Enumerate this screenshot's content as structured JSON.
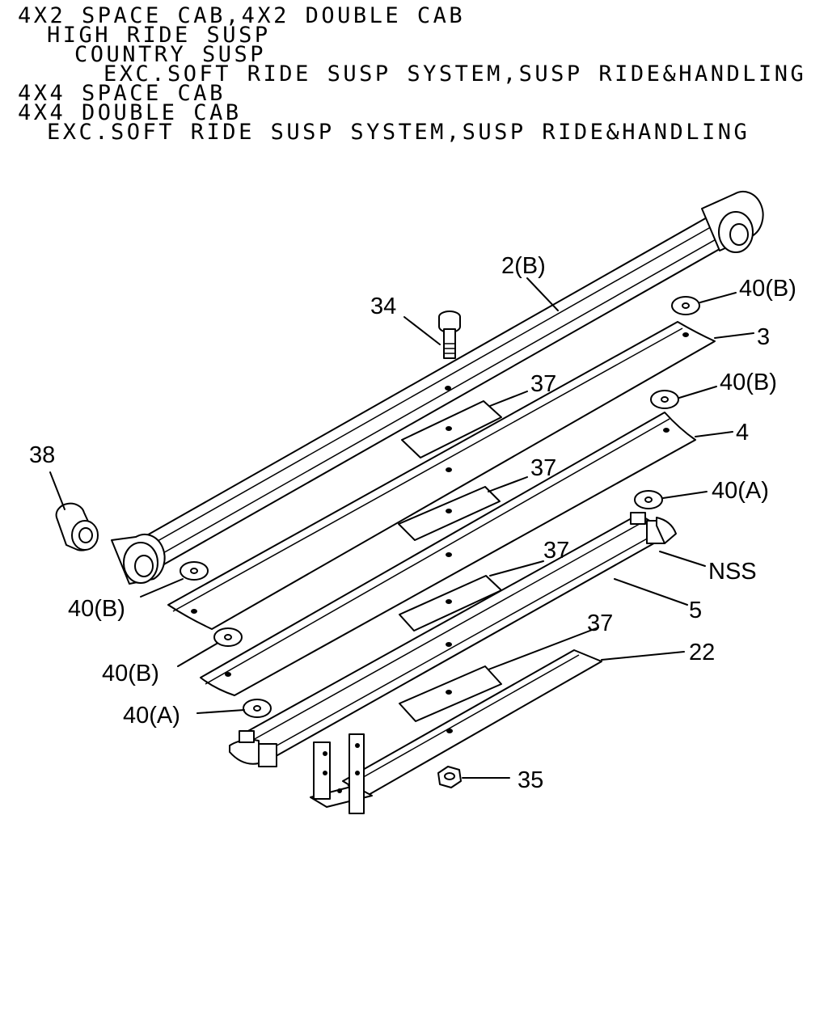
{
  "header": {
    "lines": [
      "4X2 SPACE CAB,4X2 DOUBLE CAB",
      "HIGH RIDE SUSP",
      "COUNTRY SUSP",
      "EXC.SOFT RIDE SUSP SYSTEM,SUSP RIDE&HANDLING",
      "4X4 SPACE CAB",
      "4X4 DOUBLE CAB",
      "EXC.SOFT RIDE SUSP SYSTEM,SUSP RIDE&HANDLING"
    ]
  },
  "callouts": {
    "c_2b": "2(B)",
    "c_34": "34",
    "c_40b_1": "40(B)",
    "c_3": "3",
    "c_37_1": "37",
    "c_40b_2": "40(B)",
    "c_4": "4",
    "c_38": "38",
    "c_37_2": "37",
    "c_40a_1": "40(A)",
    "c_37_3": "37",
    "c_nss": "NSS",
    "c_40b_3": "40(B)",
    "c_5": "5",
    "c_37_4": "37",
    "c_22": "22",
    "c_40b_4": "40(B)",
    "c_40a_2": "40(A)",
    "c_35": "35"
  }
}
